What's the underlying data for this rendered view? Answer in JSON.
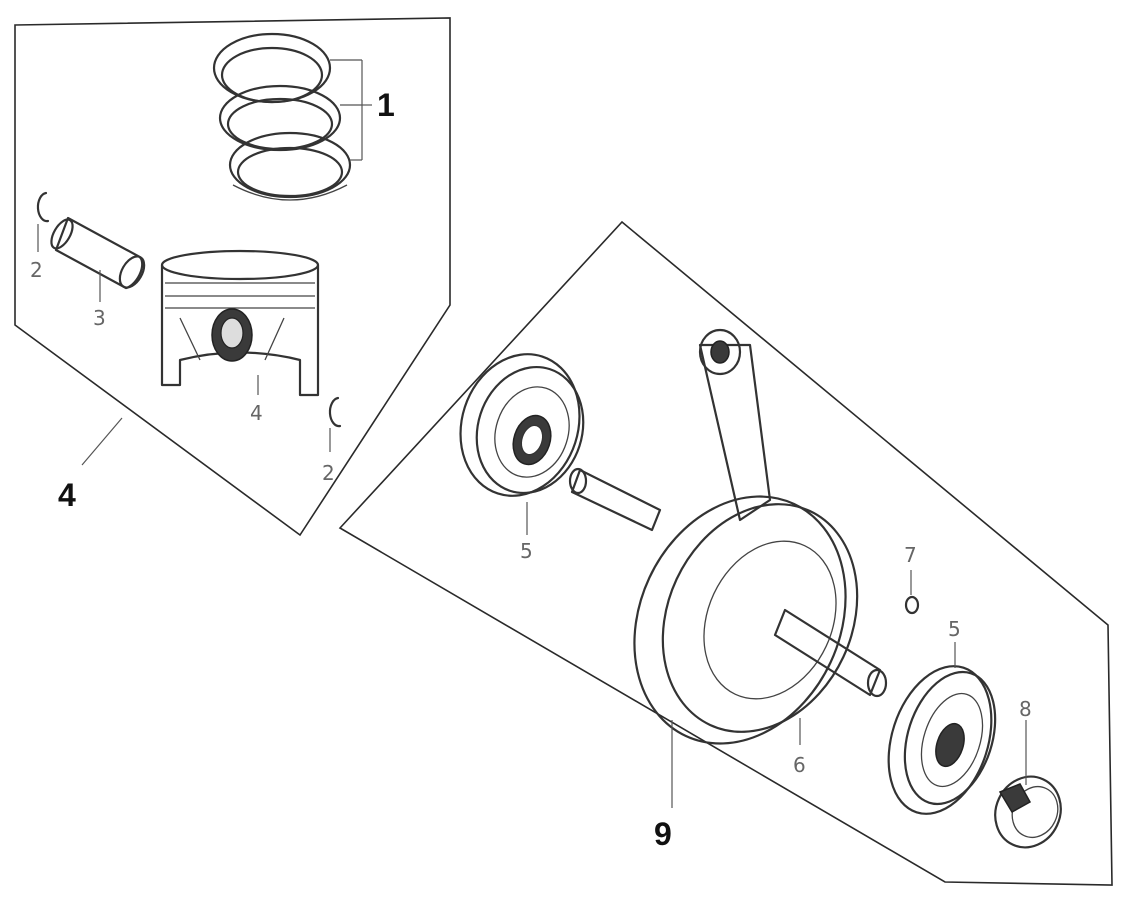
{
  "callouts": {
    "c1": "1",
    "c4_group": "4",
    "c9_group": "9",
    "c2_left": "2",
    "c3": "3",
    "c4_piston": "4",
    "c2_right": "2",
    "c5_left": "5",
    "c6": "6",
    "c7": "7",
    "c5_right": "5",
    "c8": "8"
  }
}
